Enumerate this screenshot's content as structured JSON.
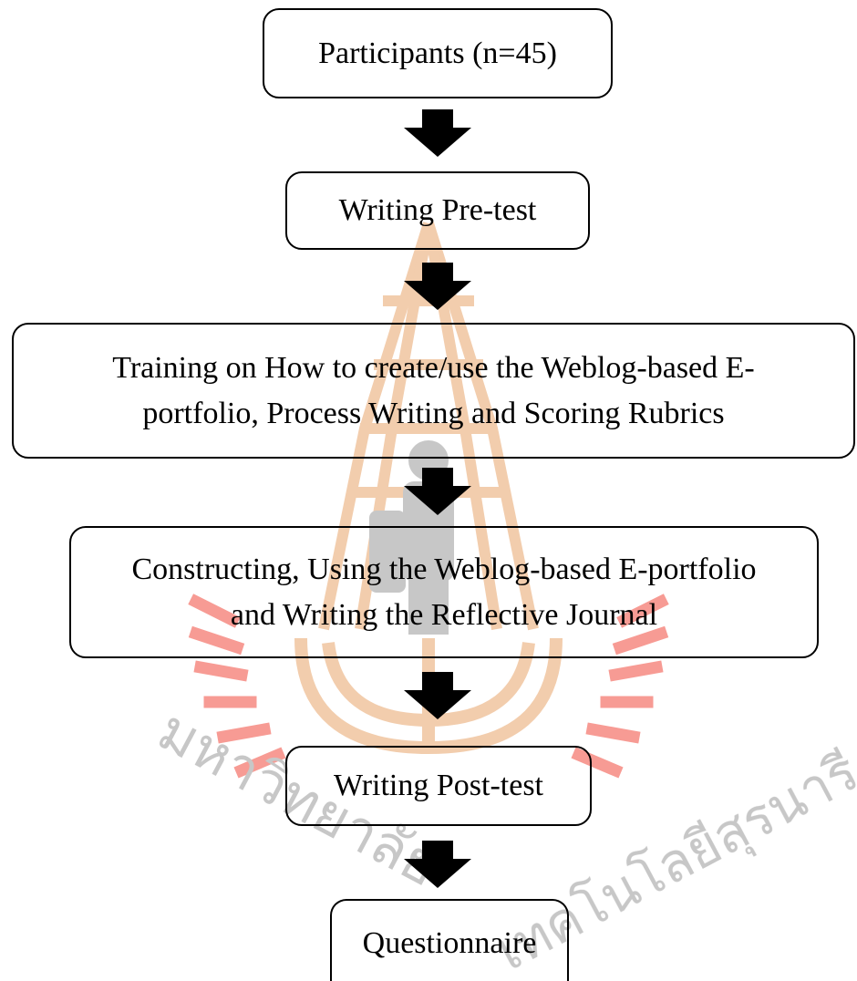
{
  "steps": [
    {
      "label": "Participants (n=45)"
    },
    {
      "label": "Writing Pre-test"
    },
    {
      "label_line1": "Training on How to create/use the Weblog-based E-",
      "label_line2": "portfolio, Process Writing and Scoring Rubrics"
    },
    {
      "label_line1": "Constructing, Using the Weblog-based E-portfolio",
      "label_line2": "and Writing the Reflective Journal"
    },
    {
      "label": "Writing Post-test"
    },
    {
      "label": "Questionnaire"
    }
  ],
  "watermark": {
    "text_left": "มหาวิทยาลัย",
    "text_right": "เทคโนโลยีสุรนารี",
    "color_orange": "#e8a46a",
    "color_red": "#f04a3c",
    "color_gray": "#9a9a9a"
  }
}
